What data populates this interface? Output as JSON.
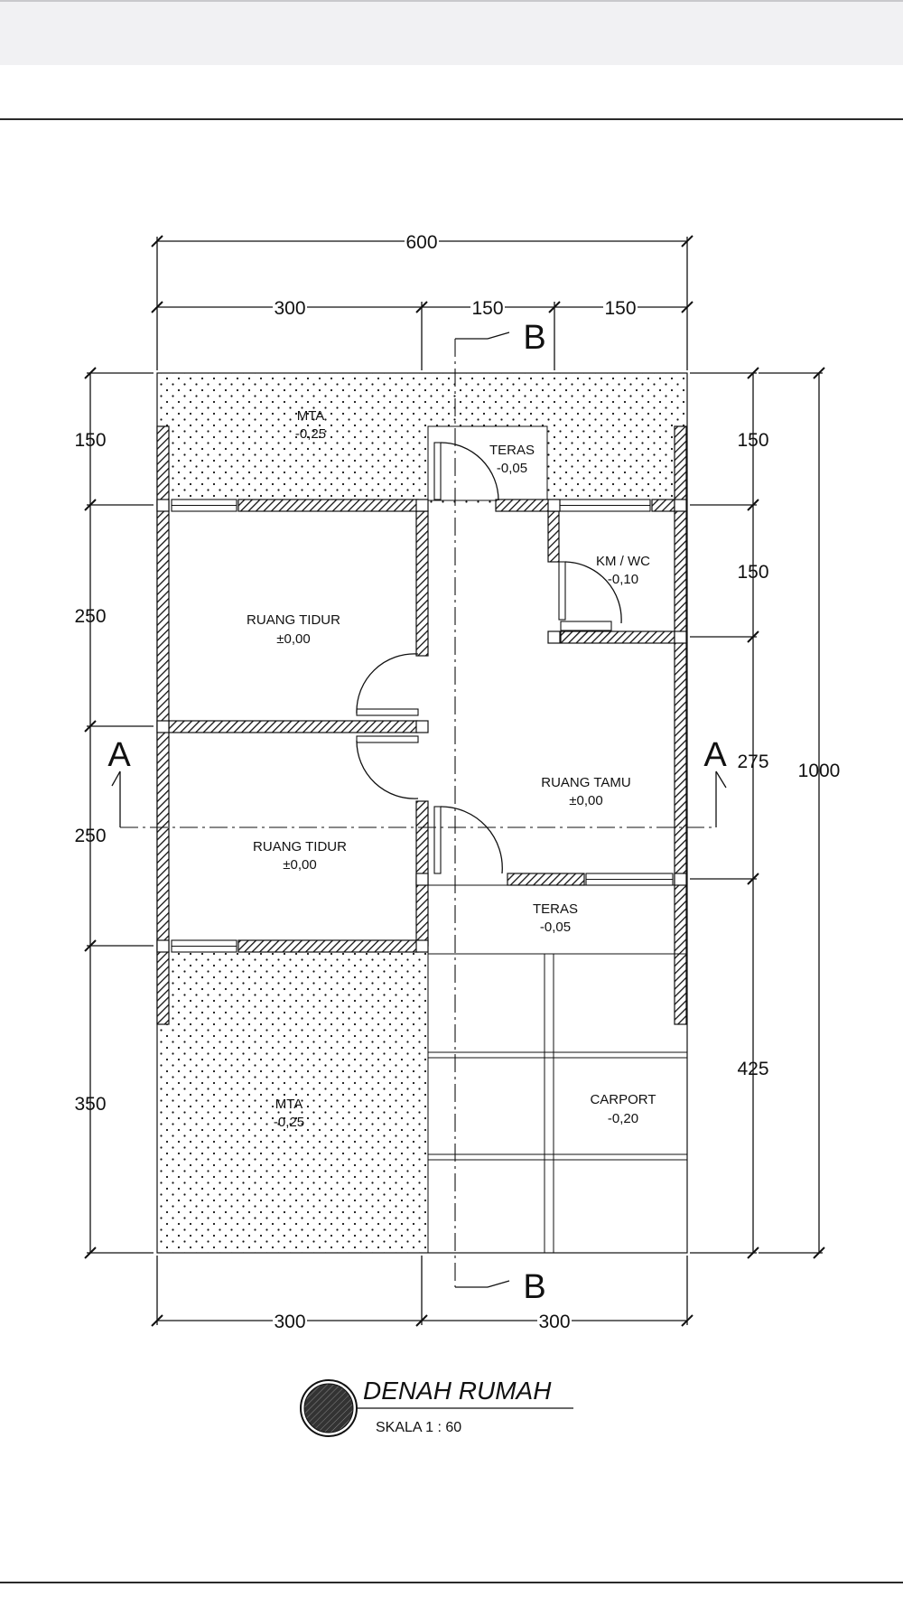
{
  "drawing": {
    "title": "DENAH RUMAH",
    "scale": "SKALA 1 : 60"
  },
  "dimensions": {
    "overall_width": "600",
    "top_left": "300",
    "top_mid": "150",
    "top_right": "150",
    "bottom_left": "300",
    "bottom_right": "300",
    "left_1": "150",
    "left_2": "250",
    "left_3": "250",
    "left_4": "350",
    "right_1": "150",
    "right_2": "150",
    "right_3": "275",
    "right_4": "425",
    "overall_height": "1000"
  },
  "sections": {
    "a_left": "A",
    "a_right": "A",
    "b_top": "B",
    "b_bottom": "B"
  },
  "rooms": {
    "mta_top": {
      "name": "MTA",
      "level": "-0,25"
    },
    "teras_top": {
      "name": "TERAS",
      "level": "-0,05"
    },
    "km_wc": {
      "name": "KM / WC",
      "level": "-0,10"
    },
    "ruang_tidur_1": {
      "name": "RUANG TIDUR",
      "level": "±0,00"
    },
    "ruang_tamu": {
      "name": "RUANG TAMU",
      "level": "±0,00"
    },
    "ruang_tidur_2": {
      "name": "RUANG TIDUR",
      "level": "±0,00"
    },
    "teras_bottom": {
      "name": "TERAS",
      "level": "-0,05"
    },
    "mta_bottom": {
      "name": "MTA",
      "level": "-0,25"
    },
    "carport": {
      "name": "CARPORT",
      "level": "-0,20"
    }
  }
}
